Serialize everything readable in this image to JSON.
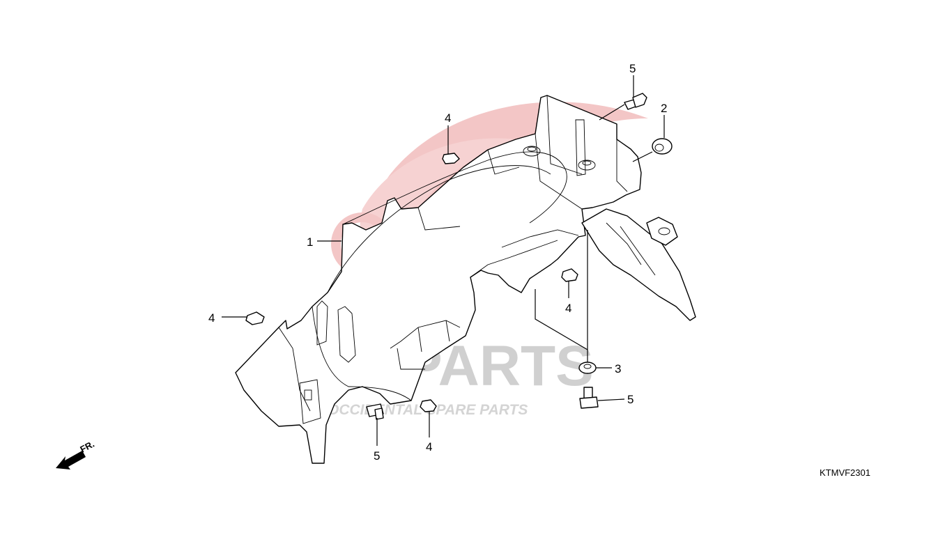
{
  "diagram": {
    "drawing_code": "KTMVF2301",
    "front_indicator": "FR.",
    "callouts": {
      "c1": "1",
      "c2": "2",
      "c3": "3",
      "c4a": "4",
      "c4b": "4",
      "c4c": "4",
      "c4d": "4",
      "c5a": "5",
      "c5b": "5",
      "c5c": "5"
    }
  },
  "watermark": {
    "brand": "PARTS",
    "tagline": "OCCIDENTAL SPARE PARTS"
  },
  "colors": {
    "watermark_red": "#f3c6c6",
    "watermark_gray": "#d0d0d0",
    "line": "#000000"
  }
}
